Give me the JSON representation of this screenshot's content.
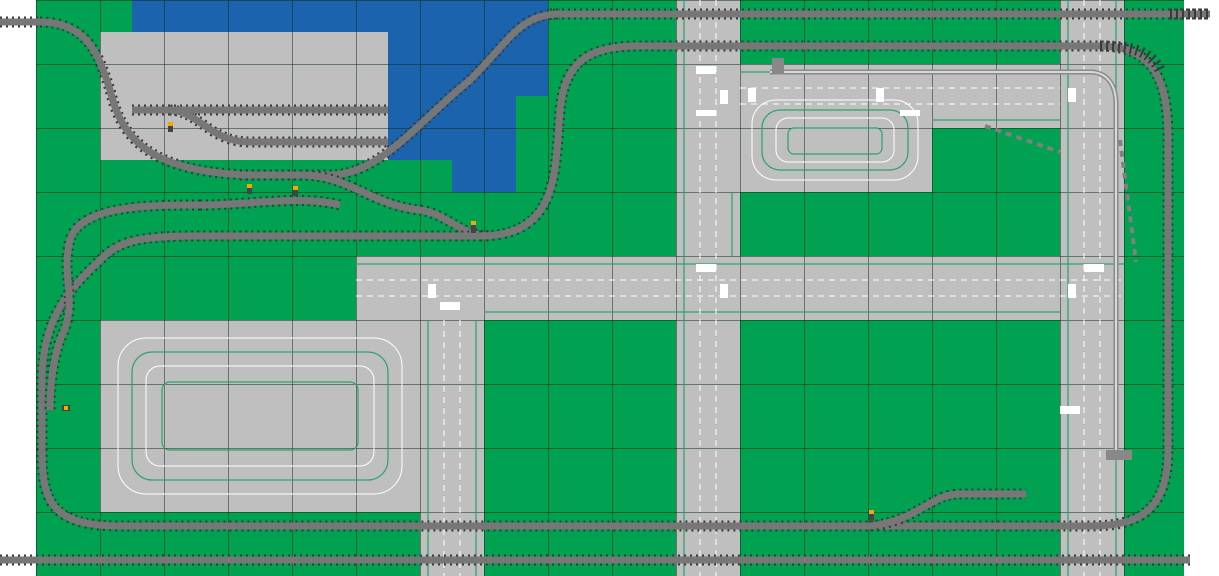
{
  "colors": {
    "baseplate": "#00a150",
    "gridline": "#0b2a14",
    "road": "#bfbfbf",
    "water": "#1b63ad",
    "track_sleeper": "#3a3a3a",
    "track_rail": "#777777",
    "signal_post": "#444444",
    "signal_light": "#f2a900",
    "road_stripe": "#2aa36a",
    "crosswalk": "#ffffff"
  },
  "components": {
    "baseplates": "green-baseplate",
    "water_tiles": "blue-plate",
    "roads": "road-plate",
    "tracks": "train-track",
    "monorail": "monorail-track",
    "signals": "railway-signal"
  }
}
